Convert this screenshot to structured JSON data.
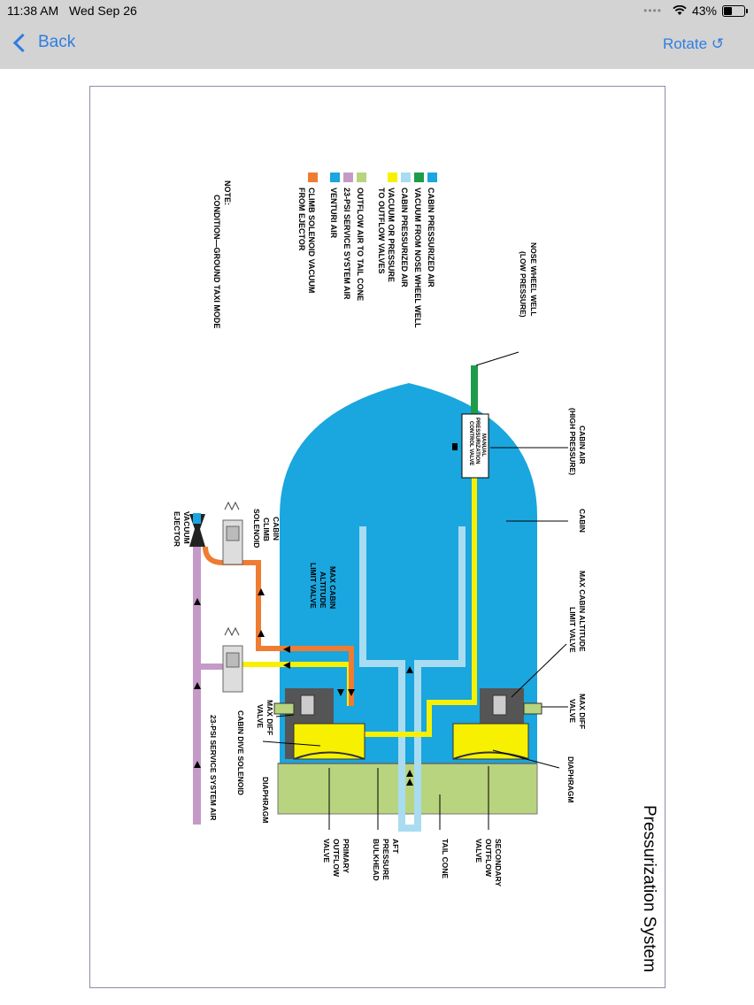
{
  "status": {
    "time": "11:38 AM",
    "date": "Wed Sep 26",
    "battery": "43%",
    "battery_fraction": 0.43
  },
  "nav": {
    "back_label": "Back",
    "rotate_label": "Rotate ↺"
  },
  "diagram": {
    "title": "Pressurization System",
    "legend": [
      {
        "label": "CABIN PRESSURIZED AIR",
        "color": "#1aa6de"
      },
      {
        "label": "VACUUM FROM NOSE WHEEL WELL",
        "color": "#1e9c4a"
      },
      {
        "label": "CABIN PRESSURIZED AIR",
        "color": "#a9dcf0"
      },
      {
        "label": "VACUUM OR PRESSURE",
        "label2": "TO OUTFLOW VALVES",
        "color": "#f7f000"
      },
      {
        "label": "OUTFLOW AIR TO TAIL CONE",
        "color": "#b8d47e"
      },
      {
        "label": "23-PSI SERVICE SYSTEM AIR",
        "color": "#c59ac8"
      },
      {
        "label": "VENTURI AIR",
        "color": "#1aa6de"
      },
      {
        "label": "CLIMB SOLENOID VACUUM",
        "label2": "FROM EJECTOR",
        "color": "#ef7c32"
      }
    ],
    "note": "NOTE:",
    "note_text": "CONDITION—GROUND TAXI MODE",
    "labels": {
      "nose_wheel_well": "NOSE WHEEL WELL",
      "low_pressure": "(LOW PRESSURE)",
      "cabin_air": "CABIN AIR",
      "high_pressure": "(HIGH PRESSURE)",
      "manual_valve_1": "MANUAL",
      "manual_valve_2": "PRESSURIZATION",
      "manual_valve_3": "CONTROL VALVE",
      "cabin": "CABIN",
      "max_alt_right_1": "MAX CABIN ALTITUDE",
      "max_alt_right_2": "LIMIT VALVE",
      "max_diff_right_1": "MAX DIFF",
      "max_diff_right_2": "VALVE",
      "diaphragm_right": "DIAPHRAGM",
      "secondary_1": "SECONDARY",
      "secondary_2": "OUTFLOW",
      "secondary_3": "VALVE",
      "tail_cone": "TAIL CONE",
      "aft_1": "AFT",
      "aft_2": "PRESSURE",
      "aft_3": "BULKHEAD",
      "primary_1": "PRIMARY",
      "primary_2": "OUTFLOW",
      "primary_3": "VALVE",
      "diaphragm_left": "DIAPHRAGM",
      "psi_line": "23-PSI SERVICE SYSTEM AIR",
      "cabin_dive": "CABIN DIVE SOLENOID",
      "max_diff_left_1": "MAX DIFF",
      "max_diff_left_2": "VALVE",
      "max_alt_left_1": "MAX CABIN",
      "max_alt_left_2": "ALTITUDE",
      "max_alt_left_3": "LIMIT VALVE",
      "climb_1": "CABIN",
      "climb_2": "CLIMB",
      "climb_3": "SOLENOID",
      "vacuum_1": "VACUUM",
      "vacuum_2": "EJECTOR"
    }
  }
}
